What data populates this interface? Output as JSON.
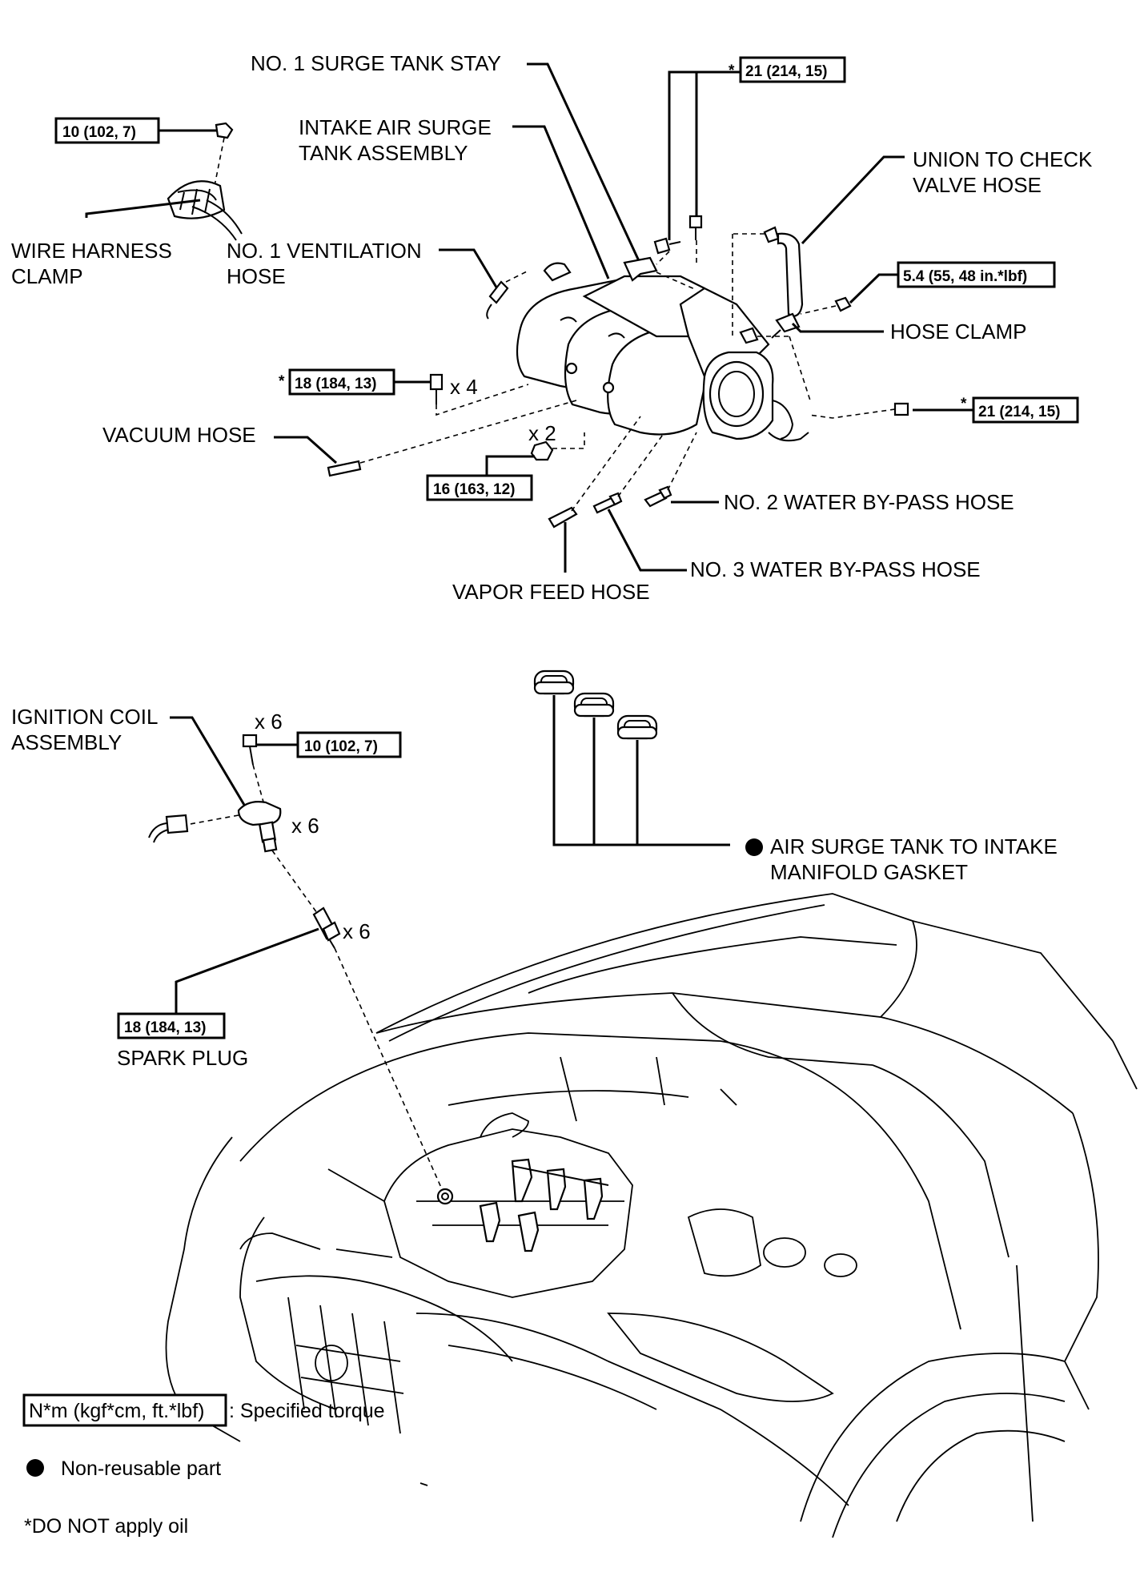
{
  "labels": {
    "surge_tank_stay": "NO. 1 SURGE TANK STAY",
    "intake_air_surge_tank_line1": "INTAKE AIR SURGE",
    "intake_air_surge_tank_line2": "TANK ASSEMBLY",
    "union_check_valve_line1": "UNION TO CHECK",
    "union_check_valve_line2": "VALVE HOSE",
    "wire_harness_line1": "WIRE HARNESS",
    "wire_harness_line2": "CLAMP",
    "ventilation_hose_line1": "NO. 1 VENTILATION",
    "ventilation_hose_line2": "HOSE",
    "hose_clamp": "HOSE CLAMP",
    "vacuum_hose": "VACUUM HOSE",
    "water_bypass_2": "NO. 2 WATER BY-PASS HOSE",
    "water_bypass_3": "NO. 3 WATER BY-PASS HOSE",
    "vapor_feed_hose": "VAPOR FEED HOSE",
    "ignition_coil_line1": "IGNITION COIL",
    "ignition_coil_line2": "ASSEMBLY",
    "gasket_line1": "AIR SURGE TANK TO INTAKE",
    "gasket_line2": "MANIFOLD GASKET",
    "spark_plug": "SPARK PLUG"
  },
  "torques": {
    "stay_bolt": "21 (214, 15)",
    "wire_harness_nut": "10 (102, 7)",
    "union_bolt": "5.4 (55, 48 in.*lbf)",
    "surge_tank_bolt": "18 (184, 13)",
    "throttle_bolt": "21 (214, 15)",
    "surge_tank_nut": "16 (163, 12)",
    "ignition_coil_bolt": "10 (102, 7)",
    "spark_plug": "18 (184, 13)"
  },
  "marks": {
    "asterisk": "*"
  },
  "quantities": {
    "surge_tank_bolt": "x 4",
    "surge_tank_nut": "x 2",
    "coil_bolt": "x 6",
    "coil": "x 6",
    "spark_plug": "x 6"
  },
  "legend": {
    "torque_box": "N*m (kgf*cm, ft.*lbf)",
    "torque_text": ": Specified torque",
    "non_reusable": "Non-reusable part",
    "no_oil": "*DO NOT apply oil"
  }
}
